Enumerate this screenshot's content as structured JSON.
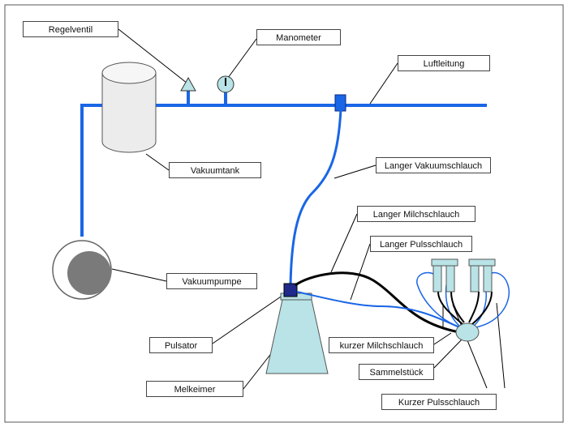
{
  "labels": {
    "regelventil": "Regelventil",
    "manometer": "Manometer",
    "luftleitung": "Luftleitung",
    "vakuumtank": "Vakuumtank",
    "langer_vakuumschlauch": "Langer Vakuumschlauch",
    "langer_milchschlauch": "Langer Milchschlauch",
    "langer_pulsschlauch": "Langer Pulsschlauch",
    "vakuumpumpe": "Vakuumpumpe",
    "pulsator": "Pulsator",
    "kurzer_milchschlauch": "kurzer Milchschlauch",
    "sammelstueck": "Sammelstück",
    "melkeimer": "Melkeimer",
    "kurzer_pulsschlauch": "Kurzer Pulsschlauch"
  },
  "colors": {
    "air_line": "#1a66e6",
    "milk_hose": "#000000",
    "pulse_hose": "#1a66e6",
    "component_fill": "#b9e3e6",
    "pulsator": "#1f2a8a",
    "pump_inner": "#7a7a7a",
    "tank_fill": "#ececec"
  }
}
